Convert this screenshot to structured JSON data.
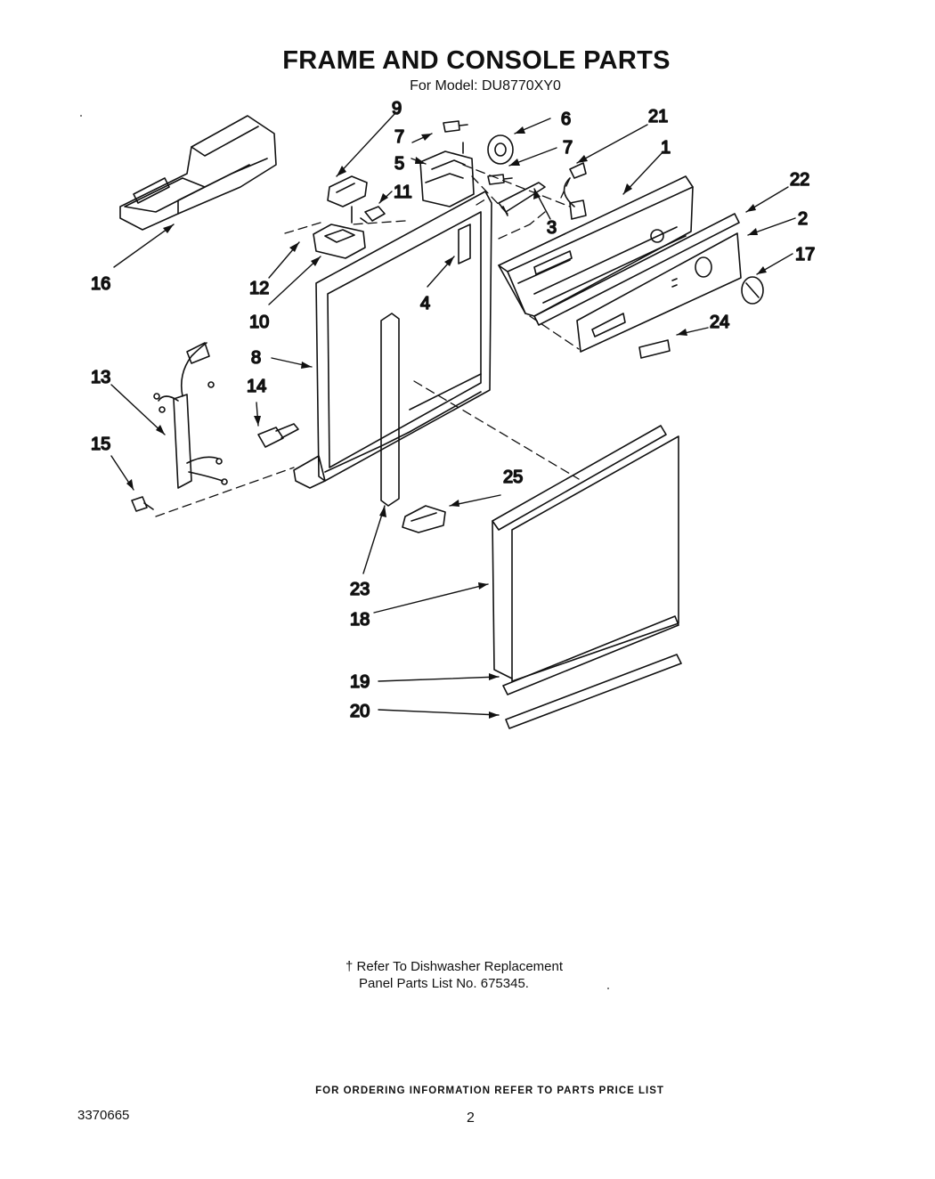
{
  "header": {
    "title": "FRAME AND CONSOLE PARTS",
    "subtitle": "For Model: DU8770XY0"
  },
  "callouts": [
    "1",
    "2",
    "3",
    "4",
    "5",
    "6",
    "7",
    "7",
    "8",
    "9",
    "10",
    "11",
    "12",
    "13",
    "14",
    "15",
    "16",
    "17",
    "18",
    "19",
    "20",
    "21",
    "22",
    "23",
    "24",
    "25"
  ],
  "note": {
    "line1": "† Refer To Dishwasher Replacement",
    "line2": "Panel Parts List No. 675345."
  },
  "footer": {
    "ordering_text": "FOR ORDERING INFORMATION REFER TO PARTS PRICE LIST",
    "document_number": "3370665",
    "page_number": "2"
  }
}
